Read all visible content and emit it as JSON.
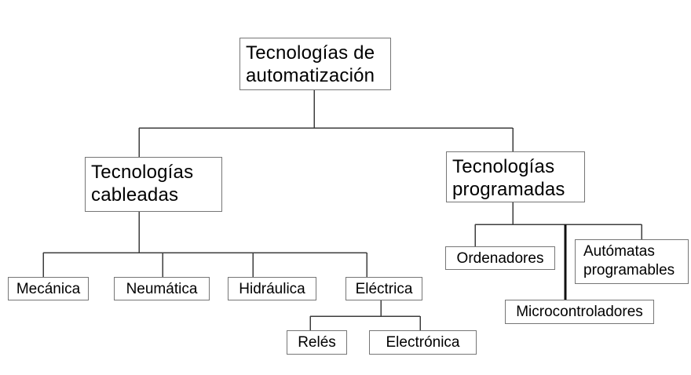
{
  "colors": {
    "background": "#ffffff",
    "box_border": "#767676",
    "line": "#3d3d3d",
    "thick_line": "#111111",
    "text": "#000000"
  },
  "diagram": {
    "type": "tree",
    "nodes": {
      "root": {
        "label": "Tecnologías de automatización"
      },
      "cableadas": {
        "label": "Tecnologías cableadas"
      },
      "programadas": {
        "label": "Tecnologías programadas"
      },
      "mecanica": {
        "label": "Mecánica"
      },
      "neumatica": {
        "label": "Neumática"
      },
      "hidraulica": {
        "label": "Hidráulica"
      },
      "electrica": {
        "label": "Eléctrica"
      },
      "reles": {
        "label": "Relés"
      },
      "electronica": {
        "label": "Electrónica"
      },
      "ordenadores": {
        "label": "Ordenadores"
      },
      "automatas": {
        "label": "Autómatas programables"
      },
      "microcontroladores": {
        "label": "Microcontroladores"
      }
    },
    "edges": [
      [
        "root",
        "cableadas"
      ],
      [
        "root",
        "programadas"
      ],
      [
        "cableadas",
        "mecanica"
      ],
      [
        "cableadas",
        "neumatica"
      ],
      [
        "cableadas",
        "hidraulica"
      ],
      [
        "cableadas",
        "electrica"
      ],
      [
        "electrica",
        "reles"
      ],
      [
        "electrica",
        "electronica"
      ],
      [
        "programadas",
        "ordenadores"
      ],
      [
        "programadas",
        "automatas"
      ],
      [
        "programadas",
        "microcontroladores"
      ]
    ]
  }
}
